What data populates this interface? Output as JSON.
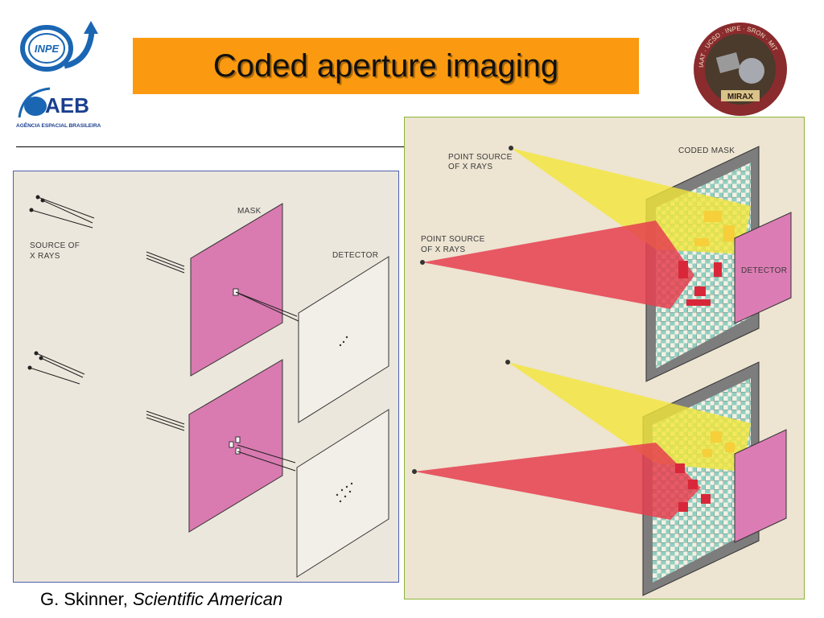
{
  "slide": {
    "title": "Coded aperture imaging",
    "credit_author": "G. Skinner,",
    "credit_publication": "Scientific American"
  },
  "logos": {
    "inpe": "INPE",
    "aeb": "AEB",
    "aeb_sub": "AGÊNCIA ESPACIAL BRASILEIRA",
    "mirax": "MIRAX",
    "mirax_ring": "IAAT · UCSD · INPE · SRON · MIT"
  },
  "left_figure": {
    "mask_label": "MASK",
    "detector_label": "DETECTOR",
    "source_label_line1": "SOURCE OF",
    "source_label_line2": "X RAYS"
  },
  "right_figure": {
    "point_source_line1": "POINT SOURCE",
    "point_source_line2": "OF X RAYS",
    "coded_mask_label": "CODED MASK",
    "detector_label": "DETECTOR"
  },
  "colors": {
    "title_bg": "#fb9a10",
    "mask_pink": "#dc7cb4",
    "ray_yellow": "#f3e63a",
    "ray_red": "#e5404f",
    "grid_teal": "#8fcfc0"
  }
}
